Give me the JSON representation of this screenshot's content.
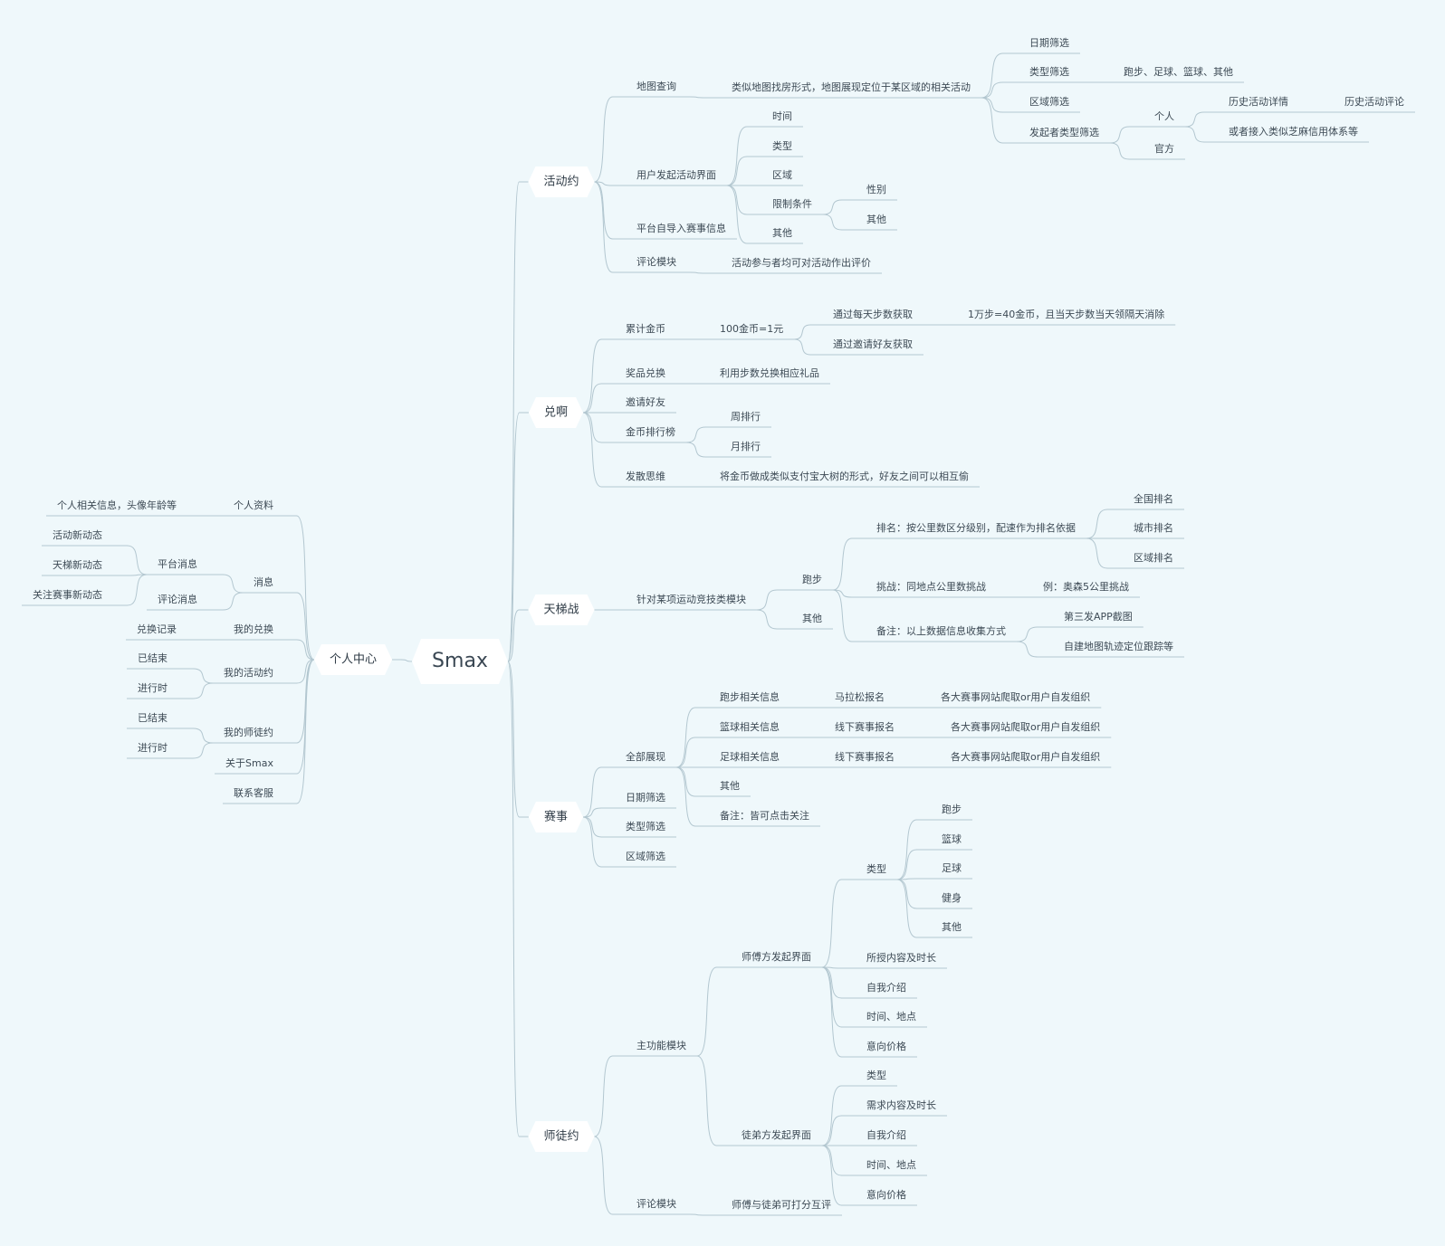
{
  "colors": {
    "background": "#eff8fb",
    "line": "#b3c7d0",
    "text": "#3d4a55",
    "node_fill": "#ffffff"
  },
  "root": "Smax",
  "branches": {
    "activity": {
      "label": "活动约",
      "map_query": "地图查询",
      "map_desc": "类似地图找房形式，地图展现定位于某区域的相关活动",
      "date_filter": "日期筛选",
      "type_filter": "类型筛选",
      "type_values": "跑步、足球、篮球、其他",
      "area_filter": "区域筛选",
      "initiator_filter": "发起者类型筛选",
      "personal": "个人",
      "history_detail": "历史活动详情",
      "history_review": "历史活动评论",
      "credit_system": "或者接入类似芝麻信用体系等",
      "official": "官方",
      "user_launch": "用户发起活动界面",
      "time": "时间",
      "type": "类型",
      "area": "区域",
      "limits": "限制条件",
      "gender": "性别",
      "limits_other": "其他",
      "other": "其他",
      "platform_import": "平台自导入赛事信息",
      "review_module": "评论模块",
      "review_desc": "活动参与者均可对活动作出评价"
    },
    "exchange": {
      "label": "兑啊",
      "coins": "累计金币",
      "coin_rate": "100金币=1元",
      "by_steps": "通过每天步数获取",
      "steps_rule": "1万步=40金币，且当天步数当天领隔天消除",
      "by_invite": "通过邀请好友获取",
      "prize": "奖品兑换",
      "prize_desc": "利用步数兑换相应礼品",
      "invite": "邀请好友",
      "rank": "金币排行榜",
      "weekly": "周排行",
      "monthly": "月排行",
      "idea": "发散思维",
      "idea_desc": "将金币做成类似支付宝大树的形式，好友之间可以相互偷"
    },
    "ladder": {
      "label": "天梯战",
      "module": "针对某项运动竞技类模块",
      "running": "跑步",
      "other": "其他",
      "ranking": "排名：按公里数区分级别，配速作为排名依据",
      "national": "全国排名",
      "city": "城市排名",
      "regional": "区域排名",
      "challenge": "挑战：同地点公里数挑战",
      "challenge_eg": "例：奥森5公里挑战",
      "note": "备注：以上数据信息收集方式",
      "third_party": "第三发APP截图",
      "own_map": "自建地图轨迹定位跟踪等"
    },
    "events": {
      "label": "赛事",
      "all": "全部展现",
      "run_info": "跑步相关信息",
      "marathon": "马拉松报名",
      "src1": "各大赛事网站爬取or用户自发组织",
      "basket_info": "篮球相关信息",
      "offline1": "线下赛事报名",
      "src2": "各大赛事网站爬取or用户自发组织",
      "soccer_info": "足球相关信息",
      "offline2": "线下赛事报名",
      "src3": "各大赛事网站爬取or用户自发组织",
      "other": "其他",
      "note": "备注：皆可点击关注",
      "date_filter": "日期筛选",
      "type_filter": "类型筛选",
      "area_filter": "区域筛选"
    },
    "mentor": {
      "label": "师徒约",
      "main": "主功能模块",
      "master": "师傅方发起界面",
      "type": "类型",
      "t_run": "跑步",
      "t_basket": "篮球",
      "t_soccer": "足球",
      "t_fitness": "健身",
      "t_other": "其他",
      "content": "所授内容及时长",
      "intro": "自我介绍",
      "timeplace": "时间、地点",
      "price": "意向价格",
      "apprentice": "徒弟方发起界面",
      "a_type": "类型",
      "a_content": "需求内容及时长",
      "a_intro": "自我介绍",
      "a_timeplace": "时间、地点",
      "a_price": "意向价格",
      "review": "评论模块",
      "review_desc": "师傅与徒弟可打分互评"
    },
    "personal": {
      "label": "个人中心",
      "profile": "个人资料",
      "profile_desc": "个人相关信息，头像年龄等",
      "messages": "消息",
      "platform_msg": "平台消息",
      "activity_news": "活动新动态",
      "ladder_news": "天梯新动态",
      "event_news": "关注赛事新动态",
      "comment_msg": "评论消息",
      "my_exchange": "我的兑换",
      "exchange_record": "兑换记录",
      "my_activity": "我的活动约",
      "act_ended": "已结束",
      "act_ongoing": "进行时",
      "my_mentor": "我的师徒约",
      "men_ended": "已结束",
      "men_ongoing": "进行时",
      "about": "关于Smax",
      "contact": "联系客服"
    }
  }
}
